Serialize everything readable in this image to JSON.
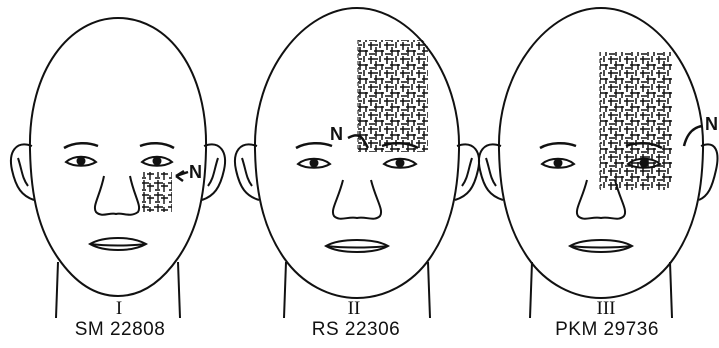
{
  "panels": [
    {
      "numeral": "I",
      "patient_id": "SM 22808",
      "marker": "N"
    },
    {
      "numeral": "II",
      "patient_id": "RS 22306",
      "marker": "N"
    },
    {
      "numeral": "III",
      "patient_id": "PKM 29736",
      "marker": "N"
    }
  ]
}
